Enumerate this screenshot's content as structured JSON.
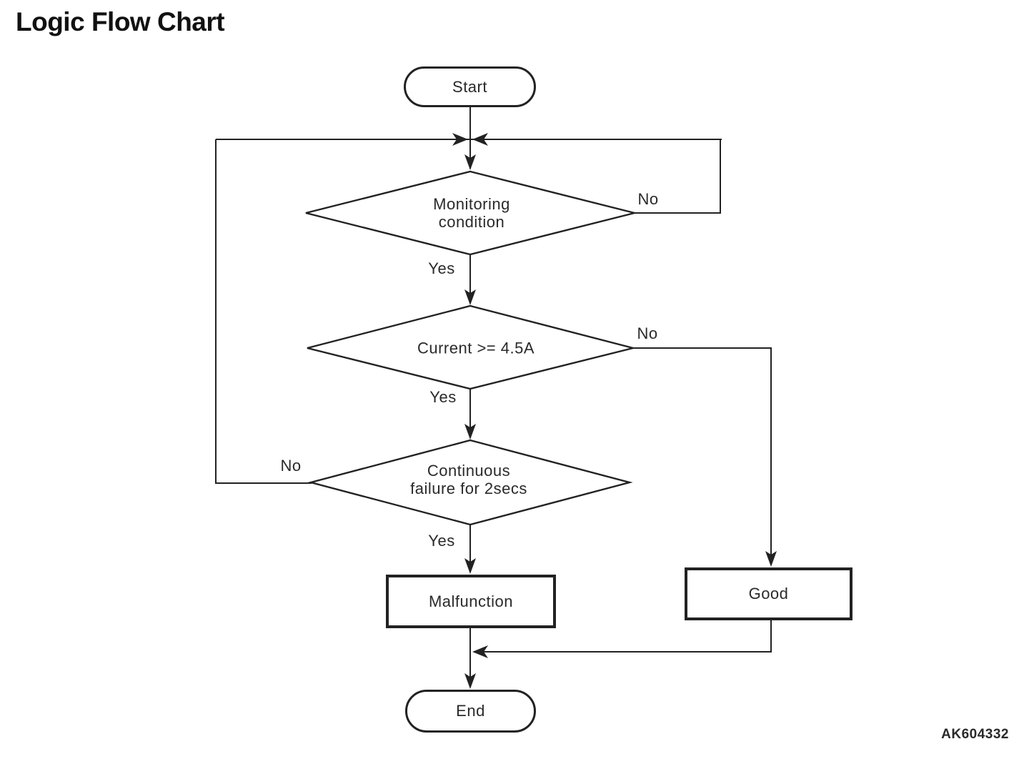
{
  "title": "Logic Flow Chart",
  "figure_code": "AK604332",
  "nodes": {
    "start": {
      "label": "Start"
    },
    "monitoring": {
      "lines": [
        "Monitoring",
        "condition"
      ]
    },
    "current": {
      "label": "Current >= 4.5A"
    },
    "continuous": {
      "lines": [
        "Continuous",
        "failure for 2secs"
      ]
    },
    "malfunction": {
      "label": "Malfunction"
    },
    "good": {
      "label": "Good"
    },
    "end": {
      "label": "End"
    }
  },
  "edge_labels": {
    "monitoring_yes": "Yes",
    "monitoring_no": "No",
    "current_yes": "Yes",
    "current_no": "No",
    "continuous_yes": "Yes",
    "continuous_no": "No"
  },
  "colors": {
    "ink": "#222222",
    "background": "#ffffff"
  }
}
